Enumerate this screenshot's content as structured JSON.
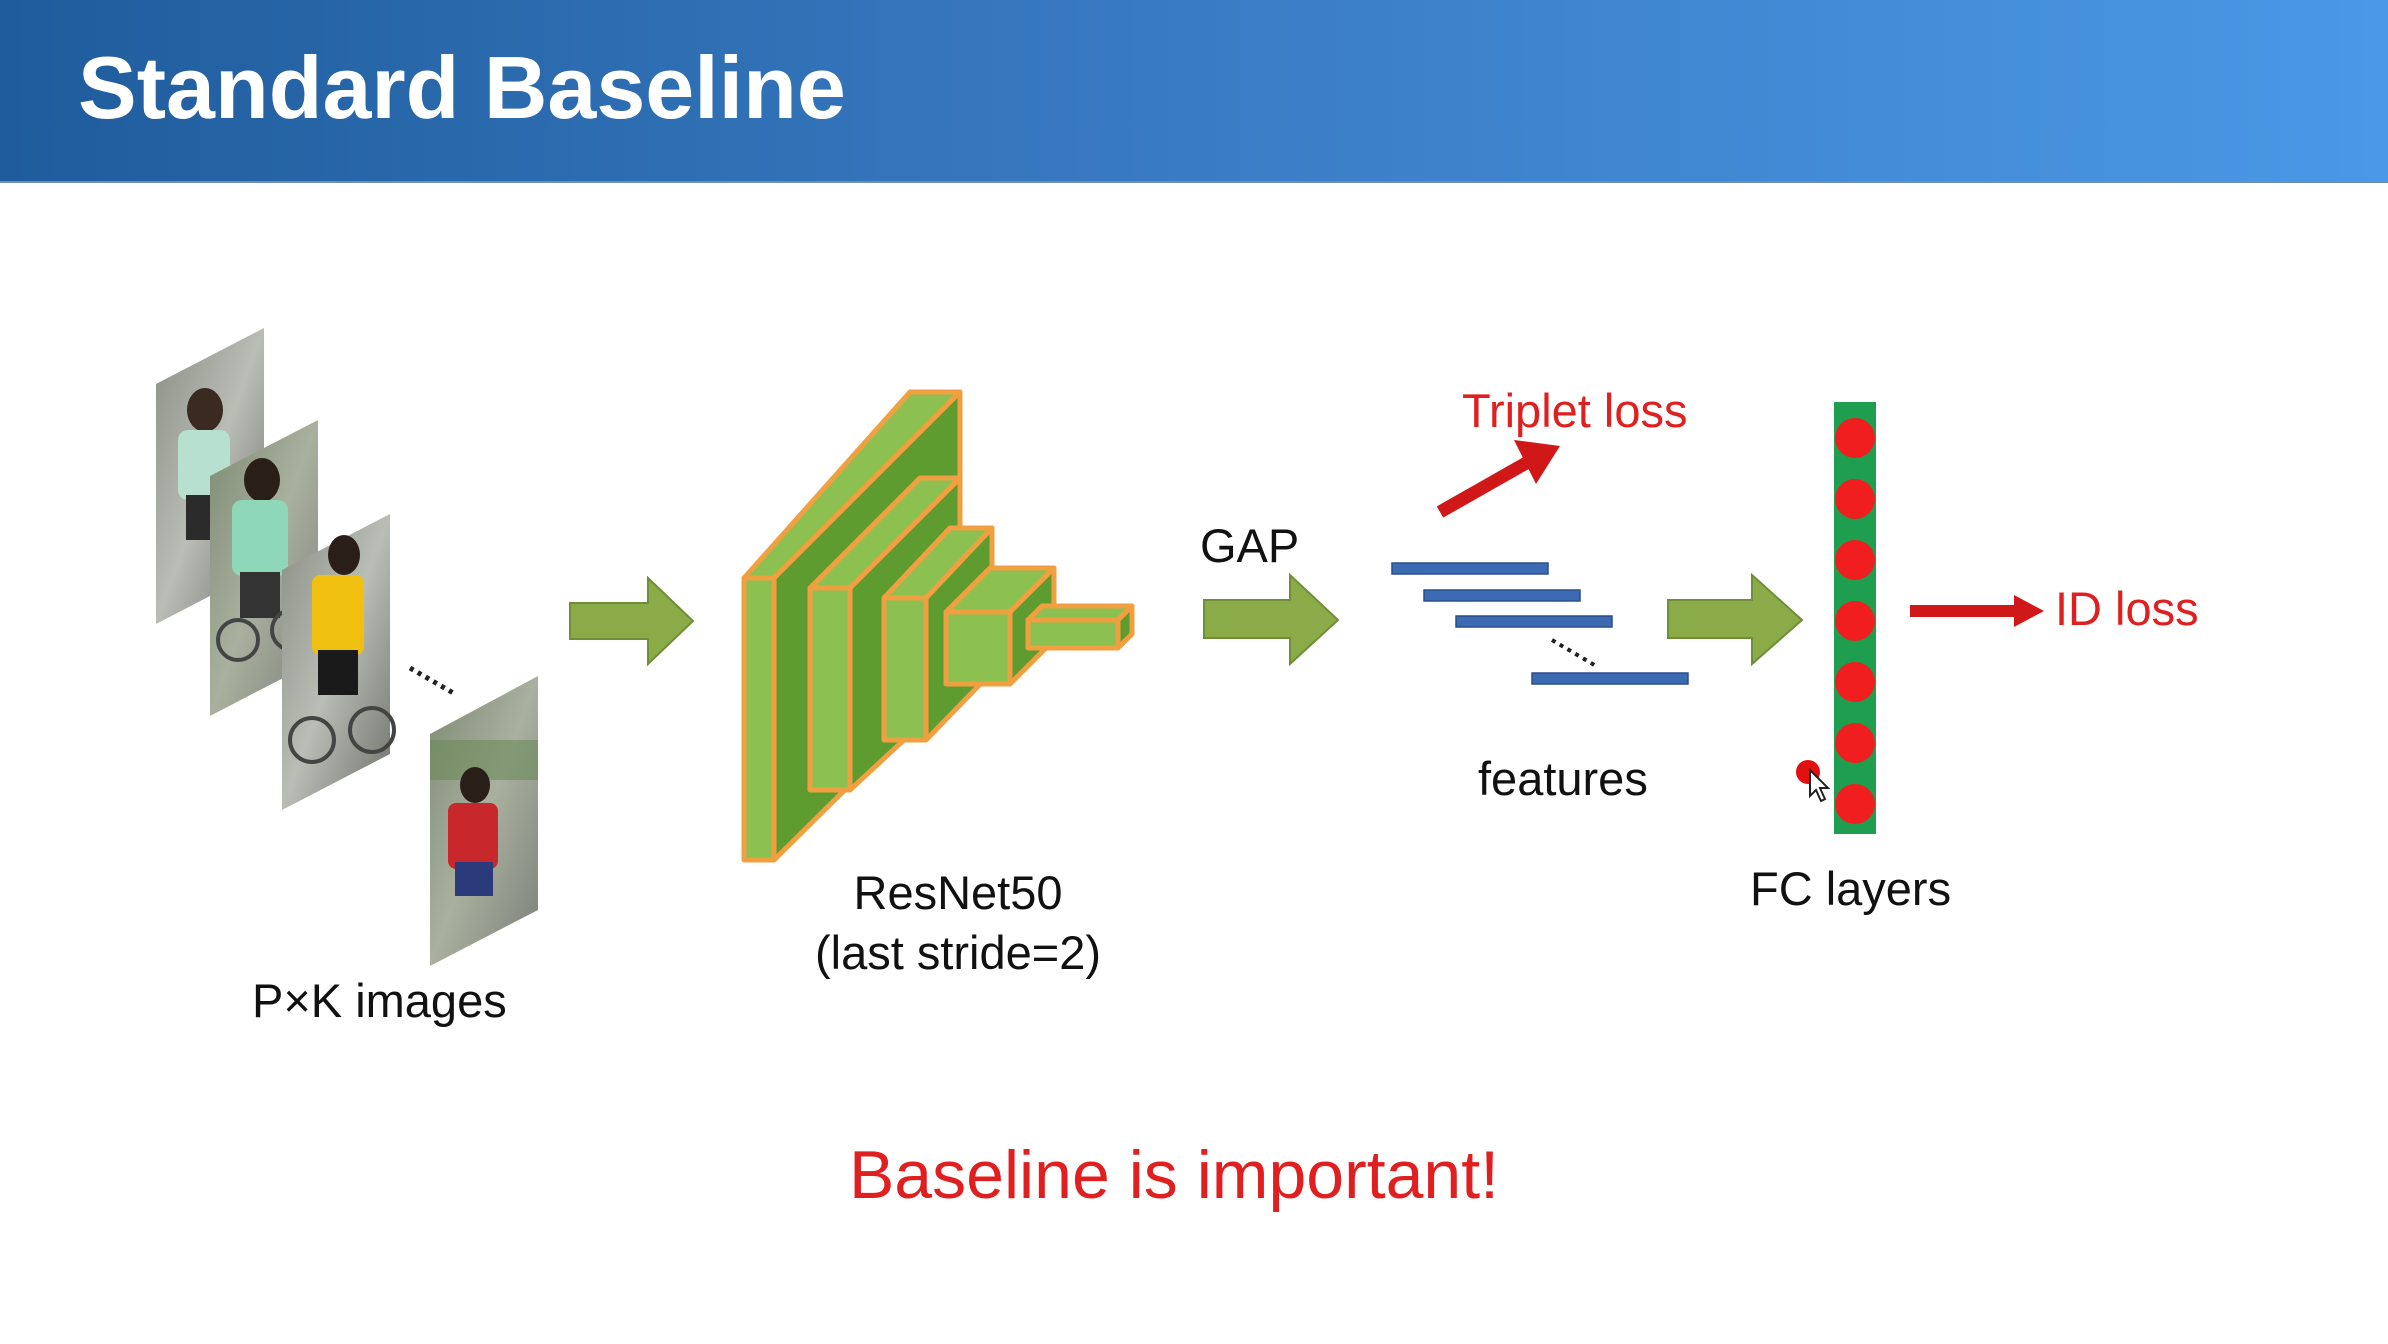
{
  "slide": {
    "title": "Standard Baseline",
    "callout": "Baseline is important!"
  },
  "diagram": {
    "images_label": "P×K images",
    "backbone_label_line1": "ResNet50",
    "backbone_label_line2": "(last stride=2)",
    "gap_label": "GAP",
    "features_label": "features",
    "triplet_loss_label": "Triplet loss",
    "fc_label": "FC layers",
    "id_loss_label": "ID loss"
  },
  "colors": {
    "header_gradient_start": "#1f5c9c",
    "header_gradient_end": "#4a98e6",
    "flow_arrow_green": "#8aab48",
    "block_green_light": "#8cc152",
    "block_green_dark": "#5e9c2f",
    "block_orange_outline": "#f0a040",
    "feature_bar_blue": "#3d6bb3",
    "loss_red": "#e02020",
    "fc_green": "#1e9e4e"
  }
}
